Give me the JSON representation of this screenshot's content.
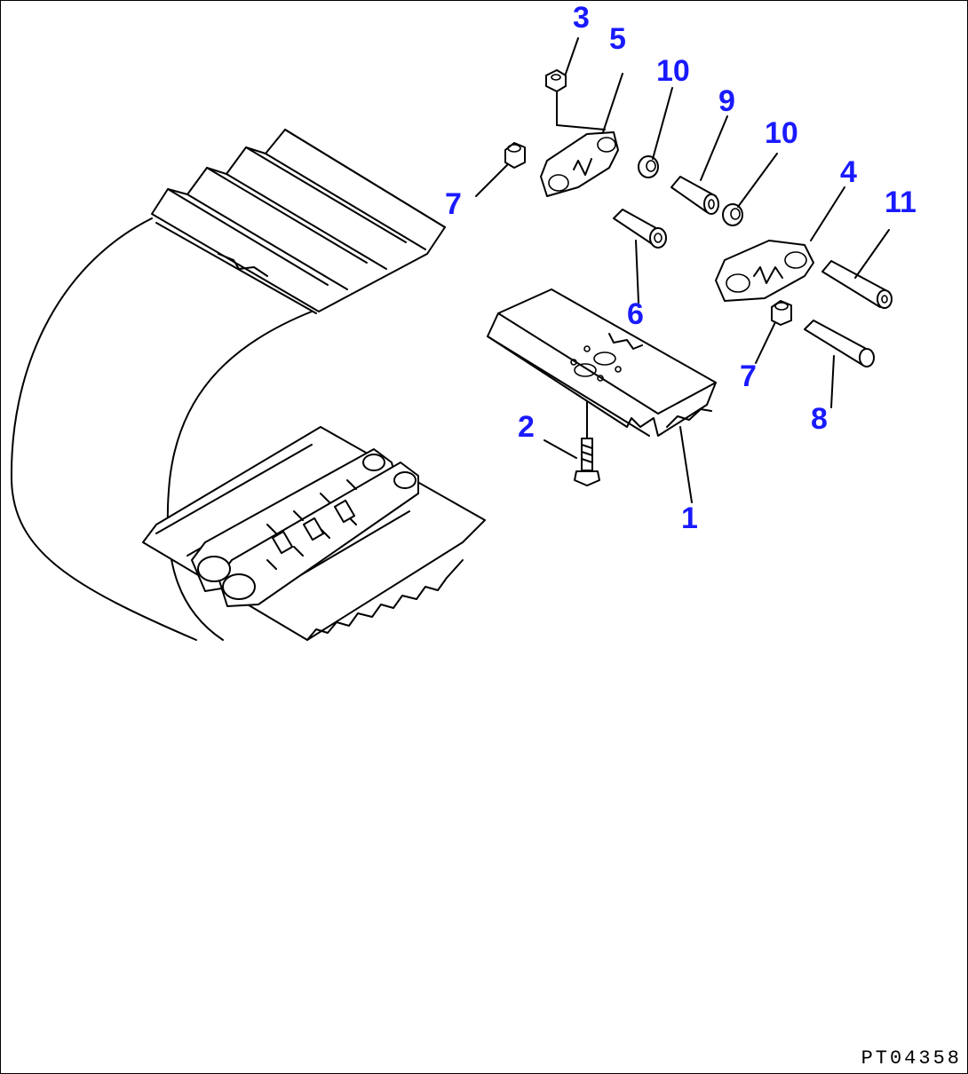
{
  "callouts": [
    "1",
    "2",
    "3",
    "4",
    "5",
    "6",
    "7",
    "7",
    "8",
    "9",
    "10",
    "10",
    "11"
  ],
  "drawing_code": "PT04358",
  "colors": {
    "callout": "#1a1aff",
    "line": "#000000",
    "background": "#ffffff"
  }
}
